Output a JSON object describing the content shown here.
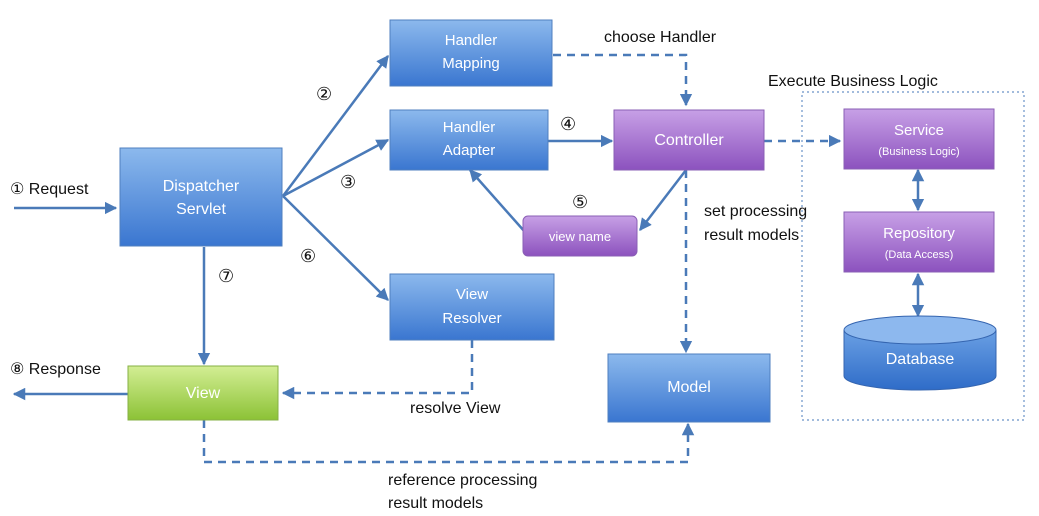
{
  "components": {
    "dispatcher_servlet": {
      "line1": "Dispatcher",
      "line2": "Servlet"
    },
    "handler_mapping": {
      "line1": "Handler",
      "line2": "Mapping"
    },
    "handler_adapter": {
      "line1": "Handler",
      "line2": "Adapter"
    },
    "controller": {
      "label": "Controller"
    },
    "view_name": {
      "label": "view name"
    },
    "view_resolver": {
      "line1": "View",
      "line2": "Resolver"
    },
    "view": {
      "label": "View"
    },
    "model": {
      "label": "Model"
    },
    "service": {
      "label": "Service",
      "sublabel": "(Business Logic)"
    },
    "repository": {
      "label": "Repository",
      "sublabel": "(Data Access)"
    },
    "database": {
      "label": "Database"
    }
  },
  "labels": {
    "request": "① Request",
    "response": "⑧ Response",
    "choose_handler": "choose Handler",
    "execute_business_logic": "Execute Business Logic",
    "set_processing_line1": "set processing",
    "set_processing_line2": "result models",
    "resolve_view": "resolve View",
    "reference_line1": "reference processing",
    "reference_line2": "result models"
  },
  "steps": {
    "s2": "②",
    "s3": "③",
    "s4": "④",
    "s5": "⑤",
    "s6": "⑥",
    "s7": "⑦"
  },
  "colors": {
    "blue_top": "#86b4ea",
    "blue_bottom": "#3a78d2",
    "purple_top": "#c39ae2",
    "purple_bottom": "#8e56c0",
    "green_top": "#cdeb8a",
    "green_bottom": "#8fc43a",
    "arrow": "#4a7ab8"
  }
}
